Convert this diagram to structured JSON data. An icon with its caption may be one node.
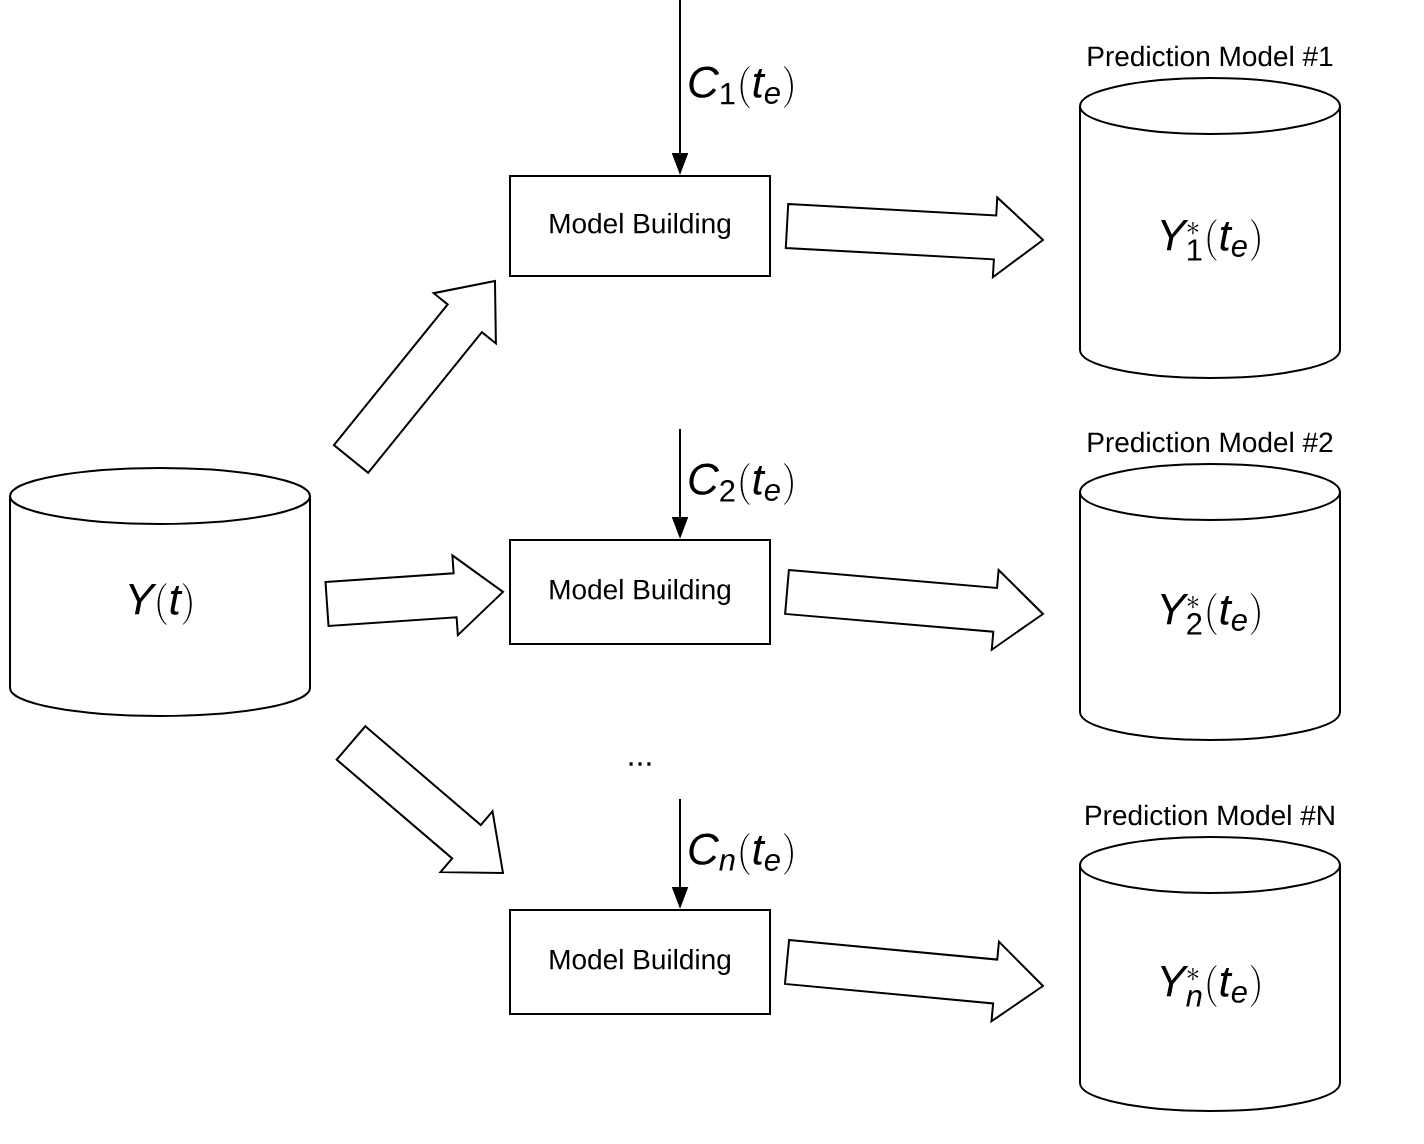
{
  "diagram": {
    "nodes": [
      {
        "text": [
          "Y(t)"
        ]
      },
      {
        "text": [
          "Model Building"
        ]
      },
      {
        "text": [
          "Prediction Model #1",
          "Y_1^*(t_e)"
        ]
      },
      {
        "text": [
          "Model Building"
        ]
      },
      {
        "text": [
          "Prediction Model #2",
          "Y_2^*(t_e)"
        ]
      },
      {
        "text": [
          "Model Building"
        ]
      },
      {
        "text": [
          "Prediction Model #N",
          "Y_n^*(t_e)"
        ]
      }
    ],
    "edges": [
      {
        "from": 0,
        "to": 1,
        "arrow": "to"
      },
      {
        "from": 0,
        "to": 3,
        "arrow": "to"
      },
      {
        "from": 0,
        "to": 5,
        "arrow": "to"
      },
      {
        "from": 1,
        "to": 2,
        "arrow": "to"
      },
      {
        "from": 3,
        "to": 4,
        "arrow": "to"
      },
      {
        "from": 5,
        "to": 6,
        "arrow": "to"
      },
      {
        "from": null,
        "to": 1,
        "arrow": "to",
        "label": "C_1(t_e)"
      },
      {
        "from": null,
        "to": 3,
        "arrow": "to",
        "label": "C_2(t_e)"
      },
      {
        "from": null,
        "to": 5,
        "arrow": "to",
        "label": "C_n(t_e)"
      }
    ],
    "labels": [
      "..."
    ]
  }
}
